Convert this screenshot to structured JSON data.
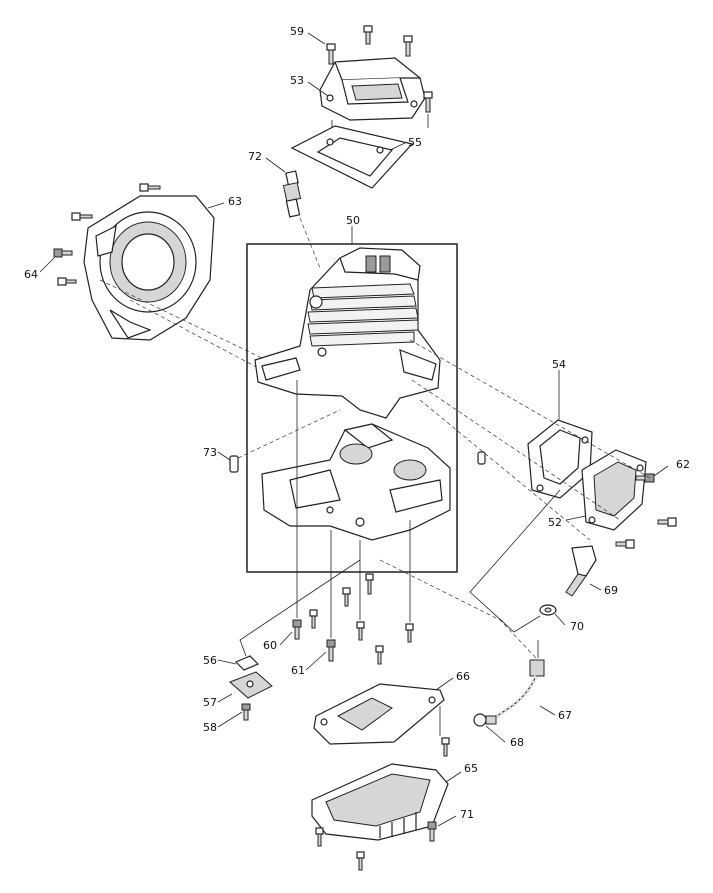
{
  "diagram": {
    "callouts": {
      "p50": "50",
      "p52": "52",
      "p53": "53",
      "p54": "54",
      "p55": "55",
      "p56": "56",
      "p57": "57",
      "p58": "58",
      "p59": "59",
      "p60": "60",
      "p61": "61",
      "p62": "62",
      "p63": "63",
      "p64": "64",
      "p65": "65",
      "p66": "66",
      "p67": "67",
      "p68": "68",
      "p69": "69",
      "p70": "70",
      "p71": "71",
      "p72": "72",
      "p73": "73"
    }
  }
}
